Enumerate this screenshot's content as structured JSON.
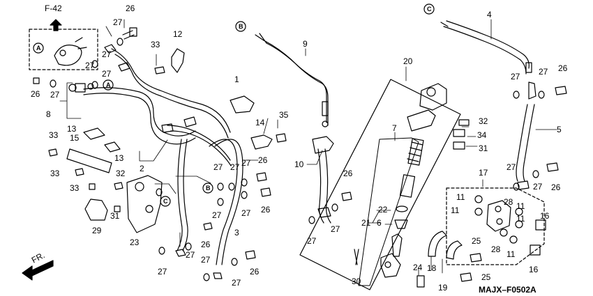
{
  "diagram": {
    "page_ref": "F-42",
    "drawing_code": "MAJX–F0502A",
    "front_label": "FR.",
    "circle_refs": [
      "A",
      "B",
      "C"
    ],
    "part_numbers": [
      "1",
      "2",
      "3",
      "4",
      "5",
      "6",
      "7",
      "8",
      "9",
      "10",
      "11",
      "12",
      "13",
      "14",
      "15",
      "16",
      "17",
      "18",
      "19",
      "20",
      "21",
      "22",
      "23",
      "24",
      "25",
      "26",
      "27",
      "28",
      "29",
      "30",
      "31",
      "32",
      "33",
      "34",
      "35"
    ]
  }
}
